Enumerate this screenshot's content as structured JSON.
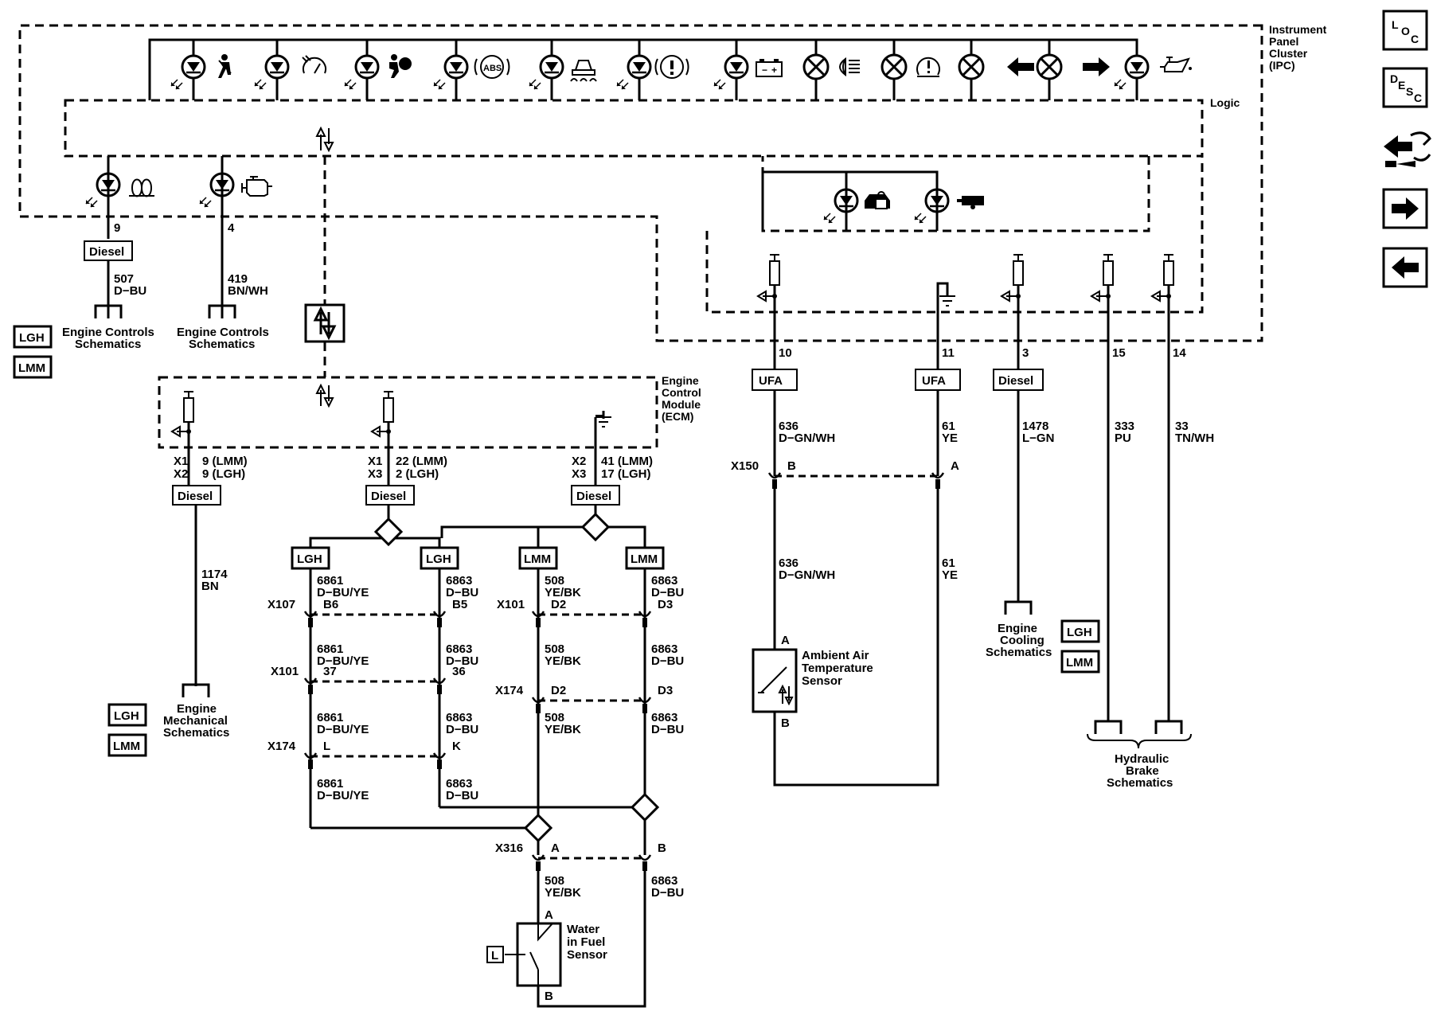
{
  "modules": {
    "ipc": [
      "Instrument",
      "Panel",
      "Cluster",
      "(IPC)"
    ],
    "logic": "Logic",
    "ecm": [
      "Engine",
      "Control",
      "Module",
      "(ECM)"
    ]
  },
  "nav_buttons": [
    {
      "name": "location-button",
      "icon": "loc-icon"
    },
    {
      "name": "description-button",
      "icon": "desc-icon"
    },
    {
      "name": "connector-button",
      "icon": "connector-icon"
    },
    {
      "name": "next-page-button",
      "icon": "arrow-right-icon"
    },
    {
      "name": "previous-page-button",
      "icon": "arrow-left-icon"
    }
  ],
  "nav_glyphs": {
    "loc": [
      "L",
      "O",
      "C"
    ],
    "desc": [
      "D",
      "E",
      "S",
      "C"
    ]
  },
  "indicator_icons": [
    "seat-belt-icon",
    "cruise-control-icon",
    "airbag-icon",
    "abs-icon",
    "traction-control-icon",
    "brake-warning-icon",
    "battery-icon",
    "high-beam-icon",
    "tire-pressure-icon",
    "left-turn-icon",
    "right-turn-icon",
    "oil-pressure-icon",
    "glow-plug-icon",
    "check-engine-icon",
    "door-lock-icon",
    "trailer-icon"
  ],
  "indicator_text": {
    "abs": "ABS",
    "battery_plus": "+",
    "battery_minus": "−"
  },
  "ipc_left": {
    "glow": {
      "pin": "9",
      "option": "Diesel",
      "circuit": "507",
      "color": "D−BU",
      "dest": [
        "Engine Controls",
        "Schematics"
      ]
    },
    "engine": {
      "pin": "4",
      "circuit": "419",
      "color": "BN/WH",
      "dest": [
        "Engine Controls",
        "Schematics"
      ]
    }
  },
  "ipc_right": [
    {
      "pin": "10",
      "option": "UFA",
      "circuit": "636",
      "color": "D−GN/WH"
    },
    {
      "pin": "11",
      "option": "UFA",
      "circuit": "61",
      "color": "YE"
    },
    {
      "pin": "3",
      "option": "Diesel",
      "circuit": "1478",
      "color": "L−GN"
    },
    {
      "pin": "15",
      "circuit": "333",
      "color": "PU"
    },
    {
      "pin": "14",
      "circuit": "33",
      "color": "TN/WH"
    }
  ],
  "ecm_pins": [
    {
      "conn": [
        "X1",
        "X2"
      ],
      "pins": [
        "9 (LMM)",
        "9 (LGH)"
      ],
      "option": "Diesel",
      "circuit": "1174",
      "color": "BN",
      "dest": [
        "Engine",
        "Mechanical",
        "Schematics"
      ]
    },
    {
      "conn": [
        "X1",
        "X3"
      ],
      "pins": [
        "22 (LMM)",
        "2 (LGH)"
      ],
      "option": "Diesel"
    },
    {
      "conn": [
        "X2",
        "X3"
      ],
      "pins": [
        "41 (LMM)",
        "17 (LGH)"
      ],
      "option": "Diesel"
    }
  ],
  "variants": {
    "lgh": "LGH",
    "lmm": "LMM",
    "l": "L"
  },
  "water_branches": {
    "b1": {
      "circuit": "6861",
      "color": "D−BU/YE"
    },
    "b2": {
      "circuit": "6863",
      "color": "D−BU"
    },
    "b3": {
      "circuit": "508",
      "color": "YE/BK"
    },
    "b4": {
      "circuit": "6863",
      "color": "D−BU"
    }
  },
  "connectors": {
    "x107": {
      "name": "X107",
      "pins": [
        "B6",
        "B5"
      ]
    },
    "x101a": {
      "name": "X101",
      "pins": [
        "D2",
        "D3"
      ]
    },
    "x101b": {
      "name": "X101",
      "pins": [
        "37",
        "36"
      ]
    },
    "x174a": {
      "name": "X174",
      "pins": [
        "D2",
        "D3"
      ]
    },
    "x174b": {
      "name": "X174",
      "pins": [
        "L",
        "K"
      ]
    },
    "x316": {
      "name": "X316",
      "pins": [
        "A",
        "B"
      ]
    },
    "x150": {
      "name": "X150",
      "pins": [
        "B",
        "A"
      ]
    }
  },
  "sensors": {
    "water": {
      "name": [
        "Water",
        "in Fuel",
        "Sensor"
      ],
      "pins": [
        "A",
        "B"
      ]
    },
    "ambient": {
      "name": [
        "Ambient Air",
        "Temperature",
        "Sensor"
      ],
      "pins": [
        "A",
        "B"
      ]
    }
  },
  "schematic_refs": {
    "cooling": [
      "Engine",
      "Cooling",
      "Schematics"
    ],
    "hydraulic": [
      "Hydraulic",
      "Brake",
      "Schematics"
    ]
  }
}
